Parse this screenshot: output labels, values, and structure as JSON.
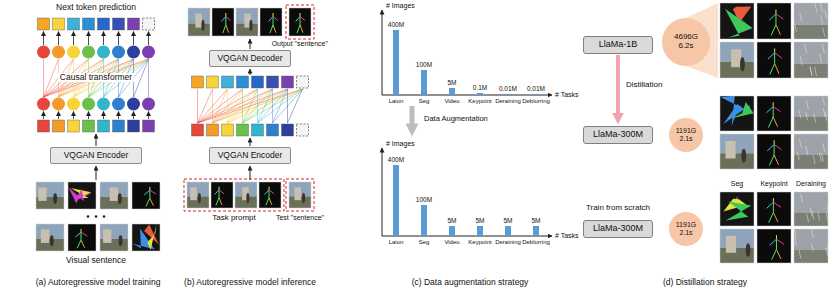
{
  "diagram": {
    "nodes": [
      {
        "text": [
          "VQGAN Encoder"
        ]
      },
      {
        "text": [
          "VQGAN Decoder"
        ]
      },
      {
        "text": [
          "VQGAN Encoder"
        ]
      },
      {
        "text": [
          "LlaMa-1B"
        ]
      },
      {
        "text": [
          "4696G",
          "6.2s"
        ]
      },
      {
        "text": [
          "LlaMa-300M"
        ]
      },
      {
        "text": [
          "1191G",
          "2.1s"
        ]
      },
      {
        "text": [
          "LlaMa-300M"
        ]
      },
      {
        "text": [
          "1191G",
          "2.1s"
        ]
      }
    ],
    "edges": [
      {
        "from": 3,
        "to": 5,
        "arrow": "to",
        "label": "Distillation"
      }
    ],
    "labels": [
      "Next token prediction",
      "Causal transformer",
      "Visual sentence",
      "(a) Autoregressive model training",
      "Output \"sentence\"",
      "Task prompt",
      "Test \"sentence\"",
      "(b) Autoregressive model inference",
      "# Images",
      "400M",
      "100M",
      "5M",
      "0.1M",
      "0.01M",
      "0.01M",
      "# Tasks",
      "Laion",
      "Seg",
      "Video",
      "Keypoint",
      "Deraining",
      "Deblurring",
      "Data Augmentation",
      "# Images",
      "400M",
      "100M",
      "5M",
      "5M",
      "5M",
      "5M",
      "# Tasks",
      "Laion",
      "Seg",
      "Video",
      "Keypoint",
      "Deraining",
      "Deblurring",
      "(c) Data augmentation strategy",
      "Train from scratch",
      "Seg",
      "Keypoint",
      "Deraining",
      "(d) Distillation strategy"
    ]
  }
}
